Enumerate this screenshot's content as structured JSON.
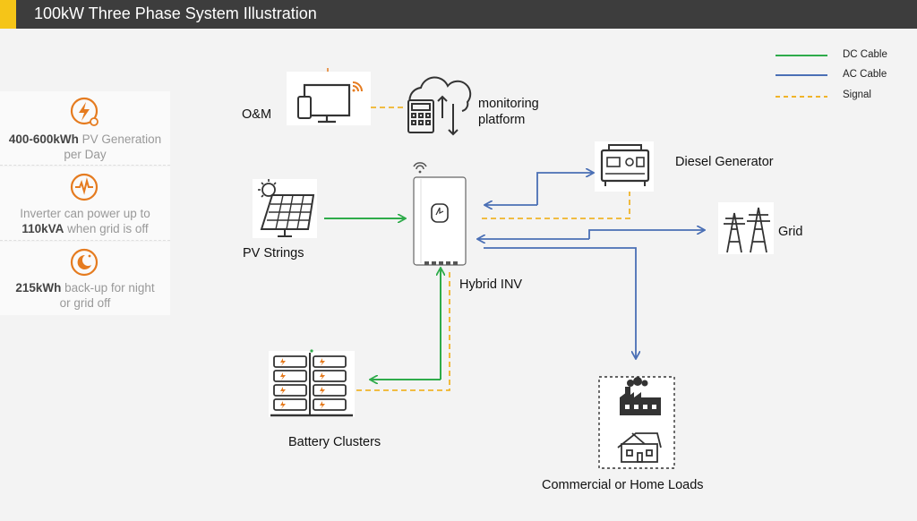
{
  "header": {
    "title": "100kW Three Phase System Illustration"
  },
  "colors": {
    "dc": "#2eab4a",
    "ac": "#4a6fb5",
    "signal": "#f0b429",
    "orange": "#e57b1f"
  },
  "sidebar": {
    "cards": [
      {
        "icon": "lightning-icon",
        "bold": "400-600kWh",
        "text1": " PV Generation",
        "text2": "per Day"
      },
      {
        "icon": "pulse-wave-icon",
        "text1": "Inverter can power up to",
        "bold": "110kVA",
        "text2": " when grid is off"
      },
      {
        "icon": "moon-sun-icon",
        "bold": "215kWh",
        "text1": " back-up for night",
        "text2": "or grid off"
      }
    ]
  },
  "legend": {
    "dc": "DC Cable",
    "ac": "AC Cable",
    "signal": "Signal"
  },
  "nodes": {
    "om": "O&M",
    "monitoring_line1": "monitoring",
    "monitoring_line2": "platform",
    "diesel": "Diesel Generator",
    "grid": "Grid",
    "pv": "PV Strings",
    "inverter": "Hybrid INV",
    "battery": "Battery Clusters",
    "loads": "Commercial or Home Loads"
  }
}
